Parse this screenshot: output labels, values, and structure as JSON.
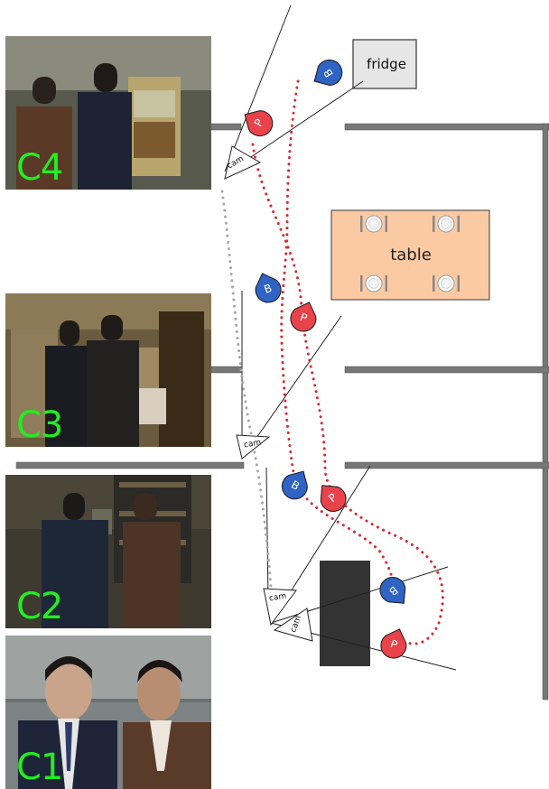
{
  "frames": {
    "c4": "C4",
    "c3": "C3",
    "c2": "C2",
    "c1": "C1"
  },
  "objects": {
    "fridge": "fridge",
    "table": "table"
  },
  "markers": {
    "b": "B",
    "p": "P",
    "camera": "cam"
  },
  "colors": {
    "frame_label": "#22ee22",
    "marker_b": "#2f63c4",
    "marker_p": "#e8434a",
    "path_p": "#d9282e",
    "path_camera": "#a7a7a7",
    "table_fill": "#fbc9a2",
    "fridge_fill": "#e6e6e6",
    "wall": "#777777",
    "obstacle": "#333333"
  }
}
